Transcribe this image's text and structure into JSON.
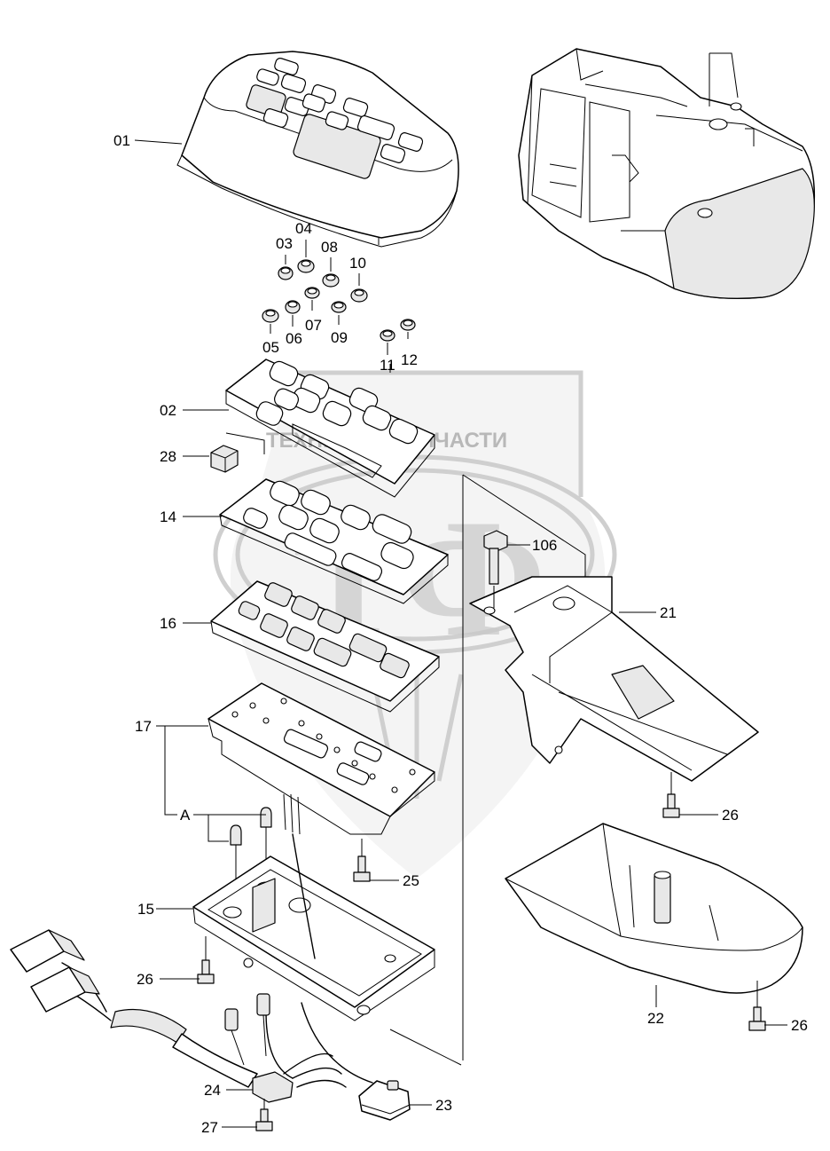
{
  "callouts": [
    {
      "id": "c01",
      "text": "01"
    },
    {
      "id": "c02",
      "text": "02"
    },
    {
      "id": "c03",
      "text": "03"
    },
    {
      "id": "c04",
      "text": "04"
    },
    {
      "id": "c05",
      "text": "05"
    },
    {
      "id": "c06",
      "text": "06"
    },
    {
      "id": "c07",
      "text": "07"
    },
    {
      "id": "c08",
      "text": "08"
    },
    {
      "id": "c09",
      "text": "09"
    },
    {
      "id": "c10",
      "text": "10"
    },
    {
      "id": "c11",
      "text": "11"
    },
    {
      "id": "c12",
      "text": "12"
    },
    {
      "id": "c14",
      "text": "14"
    },
    {
      "id": "c15",
      "text": "15"
    },
    {
      "id": "c16",
      "text": "16"
    },
    {
      "id": "c17",
      "text": "17"
    },
    {
      "id": "cA",
      "text": "A"
    },
    {
      "id": "c21",
      "text": "21"
    },
    {
      "id": "c22",
      "text": "22"
    },
    {
      "id": "c23",
      "text": "23"
    },
    {
      "id": "c24",
      "text": "24"
    },
    {
      "id": "c25",
      "text": "25"
    },
    {
      "id": "c26a",
      "text": "26"
    },
    {
      "id": "c26b",
      "text": "26"
    },
    {
      "id": "c26c",
      "text": "26"
    },
    {
      "id": "c27",
      "text": "27"
    },
    {
      "id": "c28",
      "text": "28"
    },
    {
      "id": "c106",
      "text": "106"
    }
  ],
  "watermark": {
    "text": "ТЕХНИКА + ЗАПЧАСТИ",
    "emblem": "ТФ"
  }
}
